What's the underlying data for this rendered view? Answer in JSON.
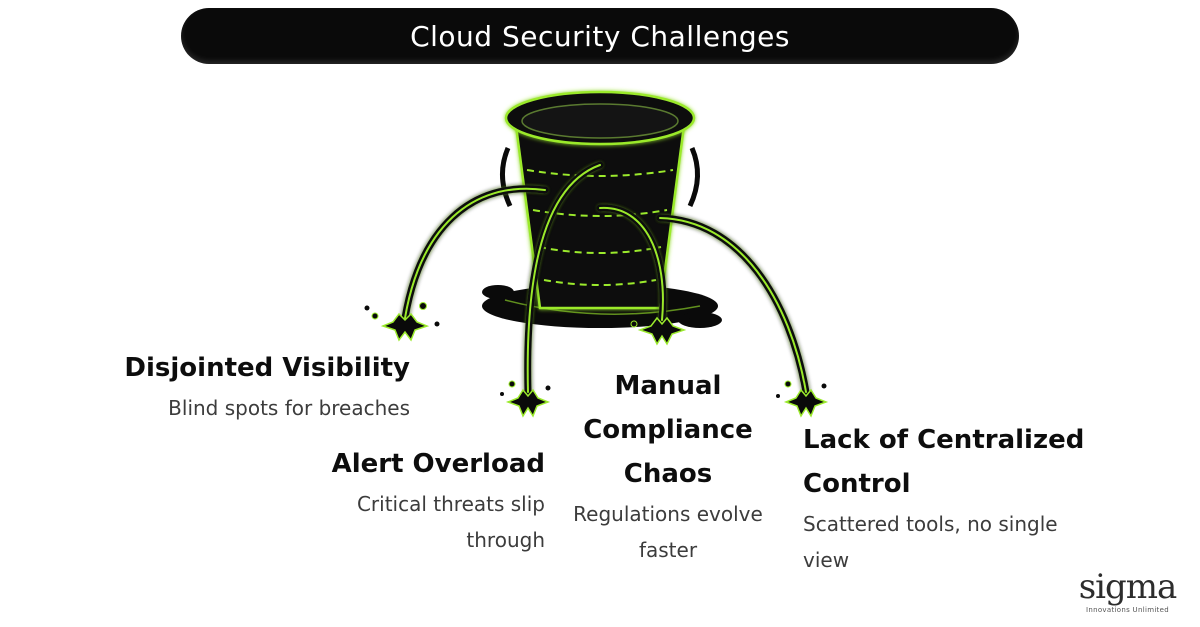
{
  "title": "Cloud Security Challenges",
  "challenges": [
    {
      "heading": "Disjointed Visibility",
      "description": "Blind spots for breaches"
    },
    {
      "heading": "Alert Overload",
      "description": "Critical threats slip through"
    },
    {
      "heading": "Manual Compliance Chaos",
      "description": "Regulations evolve faster"
    },
    {
      "heading": "Lack of Centralized Control",
      "description": "Scattered tools, no single view"
    }
  ],
  "logo": {
    "name": "sigma",
    "tagline": "Innovations Unlimited"
  },
  "colors": {
    "accent": "#9BEA2C",
    "dark": "#0A0A0A",
    "background": "#FFFFFF"
  },
  "icons": [
    "leaking-bucket-icon"
  ]
}
